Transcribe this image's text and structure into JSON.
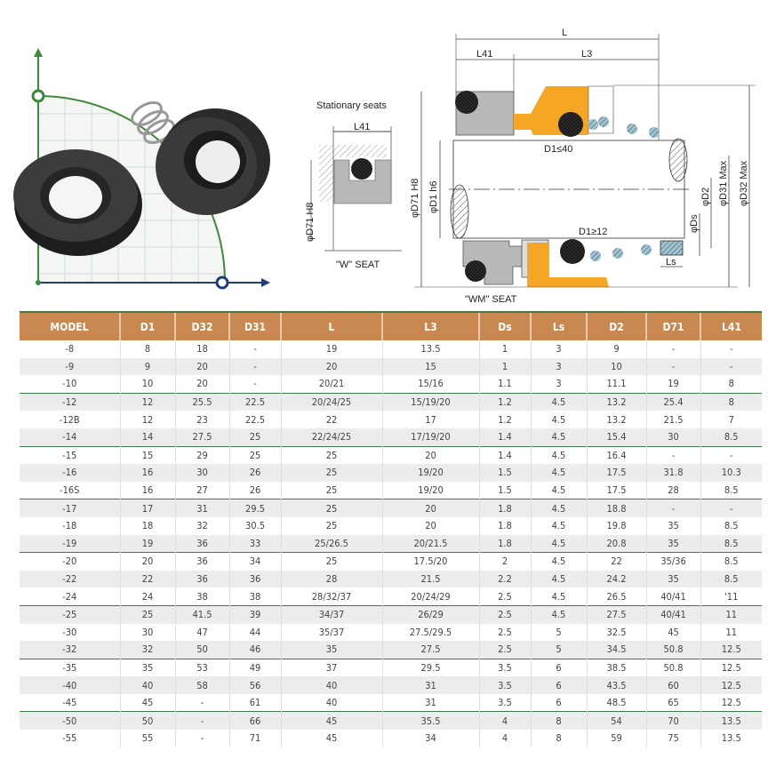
{
  "diagram": {
    "stationary_title": "Stationary seats",
    "w_seat": "\"W\" SEAT",
    "wm_seat": "\"WM\" SEAT",
    "dims": {
      "L": "L",
      "L41": "L41",
      "L3": "L3",
      "w_L41": "L41",
      "w_D71": "φD71 H8",
      "D71": "φD71 H8",
      "D1": "φD1 h6",
      "D1_le": "D1≤40",
      "D1_ge": "D1≥12",
      "D2": "φD2",
      "D31": "φD31 Max",
      "D32": "φD32 Max",
      "Ds": "φDs",
      "Ls": "Ls"
    }
  },
  "colors": {
    "header": "#c8884f",
    "accent_green": "#3d7a4d",
    "orange": "#f5a623",
    "navy": "#1f3d7a"
  },
  "table": {
    "columns": [
      "MODEL",
      "D1",
      "D32",
      "D31",
      "L",
      "L3",
      "Ds",
      "Ls",
      "D2",
      "D71",
      "L41"
    ],
    "rows": [
      [
        "-8",
        "8",
        "18",
        "-",
        "19",
        "13.5",
        "1",
        "3",
        "9",
        "-",
        "-"
      ],
      [
        "-9",
        "9",
        "20",
        "-",
        "20",
        "15",
        "1",
        "3",
        "10",
        "-",
        "-"
      ],
      [
        "-10",
        "10",
        "20",
        "-",
        "20/21",
        "15/16",
        "1.1",
        "3",
        "11.1",
        "19",
        "8"
      ],
      [
        "-12",
        "12",
        "25.5",
        "22.5",
        "20/24/25",
        "15/19/20",
        "1.2",
        "4.5",
        "13.2",
        "25.4",
        "8"
      ],
      [
        "-12B",
        "12",
        "23",
        "22.5",
        "22",
        "17",
        "1.2",
        "4.5",
        "13.2",
        "21.5",
        "7"
      ],
      [
        "-14",
        "14",
        "27.5",
        "25",
        "22/24/25",
        "17/19/20",
        "1.4",
        "4.5",
        "15.4",
        "30",
        "8.5"
      ],
      [
        "-15",
        "15",
        "29",
        "25",
        "25",
        "20",
        "1.4",
        "4.5",
        "16.4",
        "-",
        "-"
      ],
      [
        "-16",
        "16",
        "30",
        "26",
        "25",
        "19/20",
        "1.5",
        "4.5",
        "17.5",
        "31.8",
        "10.3"
      ],
      [
        "-16S",
        "16",
        "27",
        "26",
        "25",
        "19/20",
        "1.5",
        "4.5",
        "17.5",
        "28",
        "8.5"
      ],
      [
        "-17",
        "17",
        "31",
        "29.5",
        "25",
        "20",
        "1.8",
        "4.5",
        "18.8",
        "-",
        "-"
      ],
      [
        "-18",
        "18",
        "32",
        "30.5",
        "25",
        "20",
        "1.8",
        "4.5",
        "19.8",
        "35",
        "8.5"
      ],
      [
        "-19",
        "19",
        "36",
        "33",
        "25/26.5",
        "20/21.5",
        "1.8",
        "4.5",
        "20.8",
        "35",
        "8.5"
      ],
      [
        "-20",
        "20",
        "36",
        "34",
        "25",
        "17.5/20",
        "2",
        "4.5",
        "22",
        "35/36",
        "8.5"
      ],
      [
        "-22",
        "22",
        "36",
        "36",
        "28",
        "21.5",
        "2.2",
        "4.5",
        "24.2",
        "35",
        "8.5"
      ],
      [
        "-24",
        "24",
        "38",
        "38",
        "28/32/37",
        "20/24/29",
        "2.5",
        "4.5",
        "26.5",
        "40/41",
        "'11"
      ],
      [
        "-25",
        "25",
        "41.5",
        "39",
        "34/37",
        "26/29",
        "2.5",
        "4.5",
        "27.5",
        "40/41",
        "11"
      ],
      [
        "-30",
        "30",
        "47",
        "44",
        "35/37",
        "27.5/29.5",
        "2.5",
        "5",
        "32.5",
        "45",
        "11"
      ],
      [
        "-32",
        "32",
        "50",
        "46",
        "35",
        "27.5",
        "2.5",
        "5",
        "34.5",
        "50.8",
        "12.5"
      ],
      [
        "-35",
        "35",
        "53",
        "49",
        "37",
        "29.5",
        "3.5",
        "6",
        "38.5",
        "50.8",
        "12.5"
      ],
      [
        "-40",
        "40",
        "58",
        "56",
        "40",
        "31",
        "3.5",
        "6",
        "43.5",
        "60",
        "12.5"
      ],
      [
        "-45",
        "45",
        "-",
        "61",
        "40",
        "31",
        "3.5",
        "6",
        "48.5",
        "65",
        "12.5"
      ],
      [
        "-50",
        "50",
        "-",
        "66",
        "45",
        "35.5",
        "4",
        "8",
        "54",
        "70",
        "13.5"
      ],
      [
        "-55",
        "55",
        "-",
        "71",
        "45",
        "34",
        "4",
        "8",
        "59",
        "75",
        "13.5"
      ]
    ]
  }
}
